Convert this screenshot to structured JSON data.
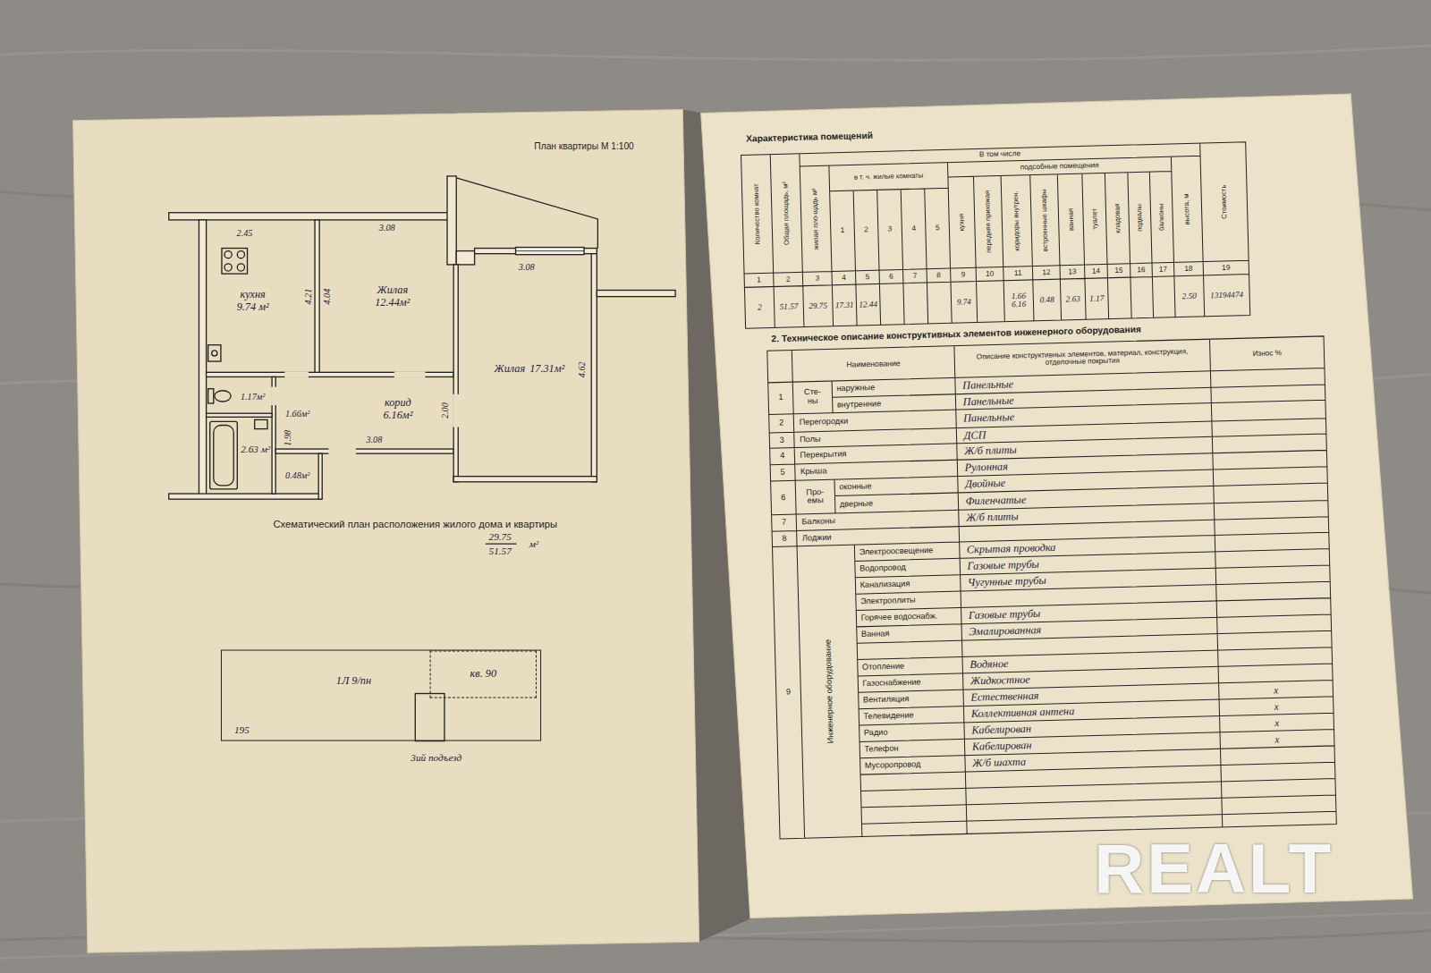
{
  "diagram": {
    "title": "План квартиры М 1:100",
    "nodes": [
      {
        "text": [
          "кухня",
          "9.74 м²"
        ]
      },
      {
        "text": [
          "Жилая",
          "12.44м²"
        ]
      },
      {
        "text": [
          "Жилая",
          "17.31м²"
        ]
      },
      {
        "text": [
          "1.17м²"
        ]
      },
      {
        "text": [
          "1.66м²"
        ]
      },
      {
        "text": [
          "корид",
          "6.16м²"
        ]
      },
      {
        "text": [
          "2.63 м²"
        ]
      },
      {
        "text": [
          "0.48м²"
        ]
      },
      {
        "text": [
          "1Л 9/пн"
        ]
      },
      {
        "text": [
          "кв. 90"
        ],
        "in": 8
      }
    ],
    "labels": [
      "2.45",
      "3.08",
      "4.21",
      "4.04",
      "3.08",
      "4.62",
      "2.00",
      "3.08",
      "1.98",
      "Схематический план расположения жилого дома и квартиры",
      "29.75",
      "51.57",
      "м²",
      "195",
      "3ий подъезд",
      "Характеристика помещений",
      "Количество комнат",
      "Общая площадь, м²",
      "В том числе",
      "жилая пло-щадь м²",
      "в т. ч. жилые комнаты",
      "1",
      "2",
      "3",
      "4",
      "5",
      "подсобные помещения",
      "кухня",
      "передняя прихожая",
      "коридоры внутрен.",
      "встроенные шкафы",
      "ванная",
      "туалет",
      "кладовая",
      "подвалы",
      "балконы",
      "высота, м",
      "Стоимость",
      "1",
      "2",
      "3",
      "4",
      "5",
      "6",
      "7",
      "8",
      "9",
      "10",
      "11",
      "12",
      "13",
      "14",
      "15",
      "16",
      "17",
      "18",
      "19",
      "2",
      "51.57",
      "29.75",
      "17.31",
      "12.44",
      "9.74",
      "1.66 6.16",
      "0.48",
      "2.63",
      "1.17",
      "2.50",
      "13194474",
      "2. Техническое описание конструктивных элементов инженерного оборудования",
      "Наименование",
      "Описание конструктивных элементов, материал, конструкция, отделочные покрытия",
      "Износ %",
      "1",
      "Сте-ны",
      "наружные",
      "Панельные",
      "внутренние",
      "Панельные",
      "2",
      "Перегородки",
      "Панельные",
      "3",
      "Полы",
      "ДСП",
      "4",
      "Перекрытия",
      "Ж/б плиты",
      "5",
      "Крыша",
      "Рулонная",
      "6",
      "Про-емы",
      "оконные",
      "Двойные",
      "дверные",
      "Филенчатые",
      "7",
      "Балконы",
      "Ж/б плиты",
      "8",
      "Лоджии",
      "9",
      "Инженерное оборудование",
      "Электроосвещение",
      "Скрытая проводка",
      "Водопровод",
      "Газовые трубы",
      "Канализация",
      "Чугунные трубы",
      "Электроплиты",
      "Горячее водоснабж.",
      "Газовые трубы",
      "Ванная",
      "Эмалированная",
      "Отопление",
      "Водяное",
      "Газоснабжение",
      "Жидкостное",
      "Вентиляция",
      "Естественная",
      "x",
      "Телевидение",
      "Коллективная антена",
      "x",
      "Радио",
      "Кабелирован",
      "x",
      "Телефон",
      "Кабелирован",
      "x",
      "Мусоропровод",
      "Ж/б шахта",
      "REALT"
    ]
  }
}
